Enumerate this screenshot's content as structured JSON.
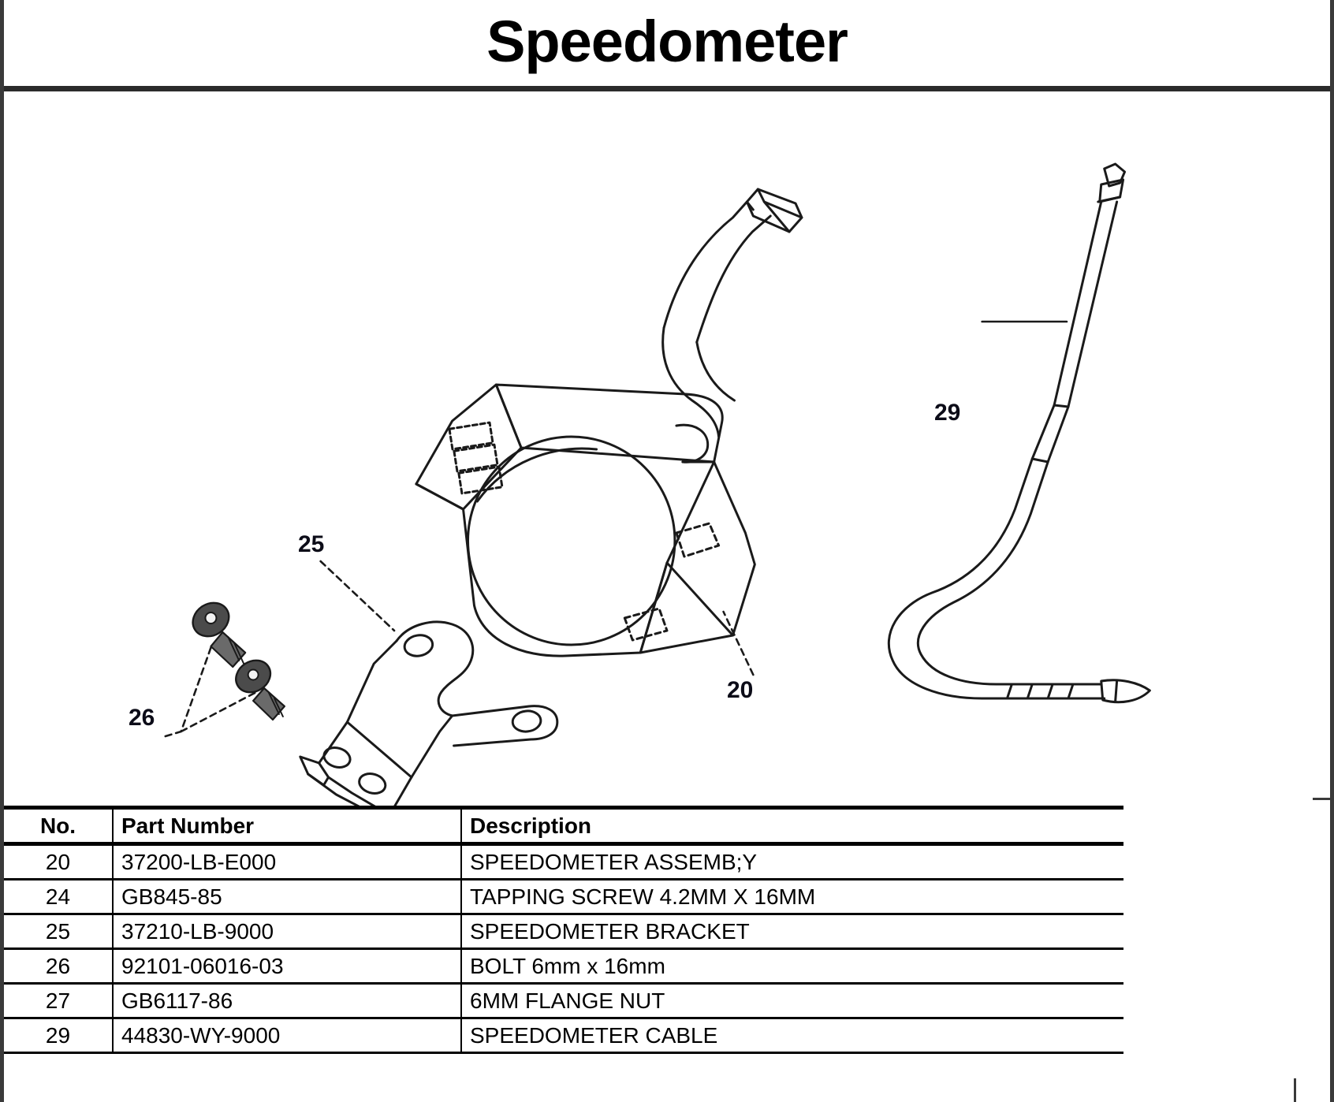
{
  "document": {
    "title": "Speedometer"
  },
  "diagram": {
    "name": "speedometer-exploded-view",
    "callouts": [
      {
        "id": "25",
        "label": "25",
        "refers_to": "SPEEDOMETER BRACKET"
      },
      {
        "id": "26",
        "label": "26",
        "refers_to": "BOLT 6mm x 16mm"
      },
      {
        "id": "20",
        "label": "20",
        "refers_to": "SPEEDOMETER ASSEMB;Y"
      },
      {
        "id": "29",
        "label": "29",
        "refers_to": "SPEEDOMETER CABLE"
      }
    ]
  },
  "parts_table": {
    "headers": {
      "no": "No.",
      "part_number": "Part Number",
      "description": "Description"
    },
    "rows": [
      {
        "no": "20",
        "part_number": "37200-LB-E000",
        "description": "SPEEDOMETER ASSEMB;Y"
      },
      {
        "no": "24",
        "part_number": "GB845-85",
        "description": "TAPPING SCREW 4.2MM X 16MM"
      },
      {
        "no": "25",
        "part_number": "37210-LB-9000",
        "description": "SPEEDOMETER BRACKET"
      },
      {
        "no": "26",
        "part_number": "92101-06016-03",
        "description": "BOLT 6mm x 16mm"
      },
      {
        "no": "27",
        "part_number": "GB6117-86",
        "description": "6MM FLANGE NUT"
      },
      {
        "no": "29",
        "part_number": "44830-WY-9000",
        "description": "SPEEDOMETER CABLE"
      }
    ]
  },
  "colors": {
    "ink": "#000000",
    "border": "#3a3a3a",
    "paper": "#ffffff"
  }
}
